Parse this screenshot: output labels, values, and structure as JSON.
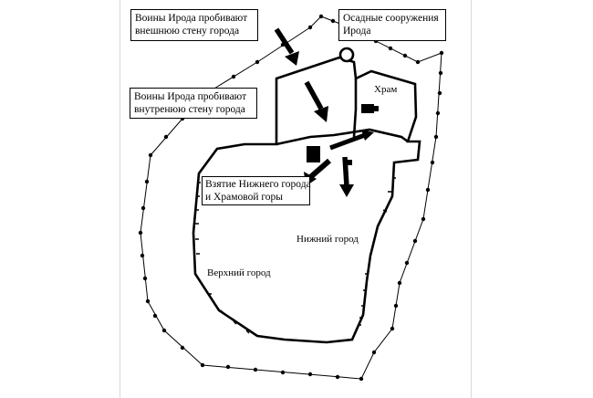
{
  "callouts": {
    "outer_wall": {
      "line1": "Воины Ирода пробивают",
      "line2": "внешнюю стену города"
    },
    "siege_works": {
      "line1": "Осадные сооружения",
      "line2": "Ирода"
    },
    "inner_wall": {
      "line1": "Воины    Ирода пробивают",
      "line2": "внутренюю стену города"
    },
    "capture": {
      "line1": "Взятие Нижнего города",
      "line2": "и Храмовой горы"
    }
  },
  "places": {
    "temple": "Храм",
    "lower_city": "Нижний город",
    "upper_city": "Верхний город"
  },
  "colors": {
    "ink": "#000000",
    "paper": "#ffffff"
  }
}
